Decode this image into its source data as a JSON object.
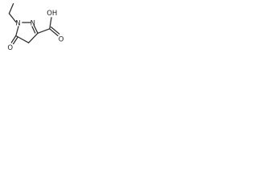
{
  "molecule": {
    "atoms": {
      "n1": "N",
      "n2": "N",
      "oh": "OH",
      "o_carbonyl": "O",
      "o_ring": "O"
    }
  },
  "colors": {
    "bond": "#2b2b2b",
    "text": "#1e1e1e",
    "background": "#ffffff"
  }
}
